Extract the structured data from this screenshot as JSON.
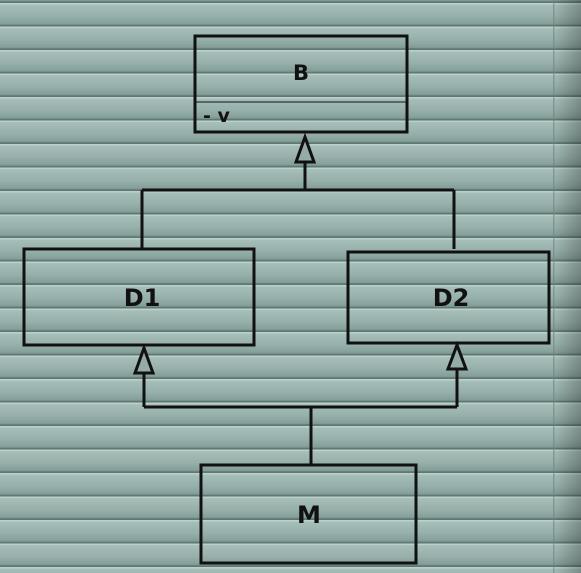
{
  "diagram": {
    "base": {
      "name": "B",
      "attribute": "- v"
    },
    "derived_left": {
      "name": "D1"
    },
    "derived_right": {
      "name": "D2"
    },
    "most_derived": {
      "name": "M"
    }
  },
  "colors": {
    "wall": "#93aca7",
    "line": "#111111"
  }
}
